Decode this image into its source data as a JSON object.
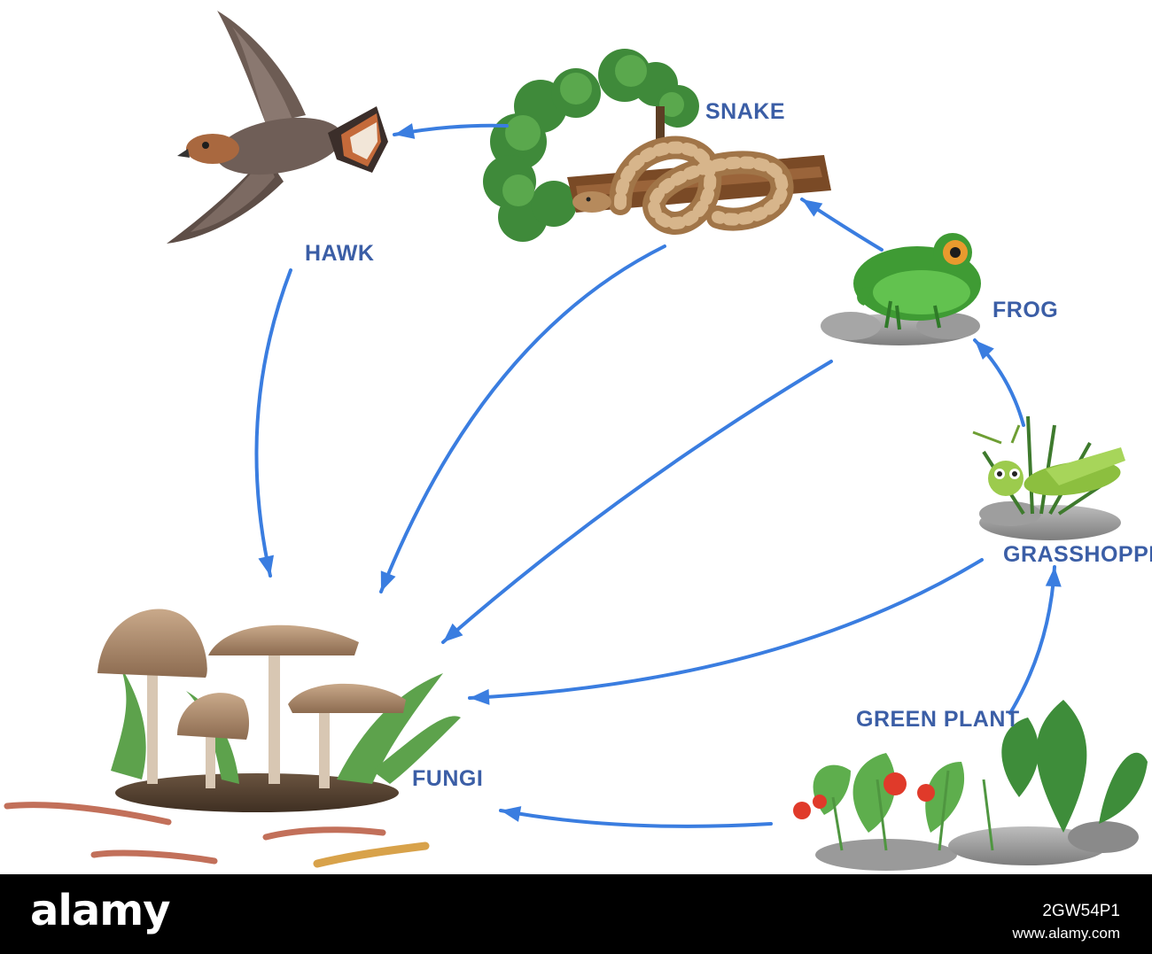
{
  "diagram": {
    "nodes": [
      {
        "id": "hawk",
        "label": "HAWK"
      },
      {
        "id": "snake",
        "label": "SNAKE"
      },
      {
        "id": "frog",
        "label": "FROG"
      },
      {
        "id": "grasshopper",
        "label": "GRASSHOPPER"
      },
      {
        "id": "green_plant",
        "label": "GREEN PLANT"
      },
      {
        "id": "fungi",
        "label": "FUNGI"
      }
    ],
    "edges": [
      {
        "from": "snake",
        "to": "hawk"
      },
      {
        "from": "frog",
        "to": "snake"
      },
      {
        "from": "grasshopper",
        "to": "frog"
      },
      {
        "from": "green_plant",
        "to": "grasshopper"
      },
      {
        "from": "green_plant",
        "to": "fungi"
      },
      {
        "from": "hawk",
        "to": "fungi"
      },
      {
        "from": "snake",
        "to": "fungi"
      },
      {
        "from": "frog",
        "to": "fungi"
      },
      {
        "from": "grasshopper",
        "to": "fungi"
      }
    ],
    "arrow_color": "#3a7de0",
    "label_color": "#3b5ea6"
  },
  "footer": {
    "brand": "alamy",
    "image_code": "2GW54P1",
    "url": "www.alamy.com"
  }
}
